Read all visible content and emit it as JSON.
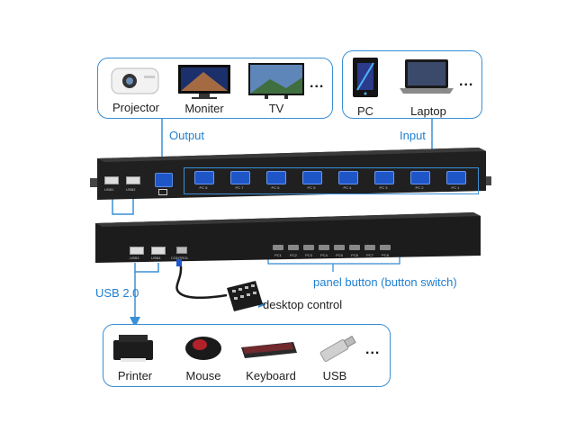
{
  "output_devices": {
    "items": [
      {
        "label": "Projector"
      },
      {
        "label": "Moniter"
      },
      {
        "label": "TV"
      }
    ],
    "more": "...",
    "caption": "Output"
  },
  "input_devices": {
    "items": [
      {
        "label": "PC"
      },
      {
        "label": "Laptop"
      }
    ],
    "more": "...",
    "caption": "Input"
  },
  "kvm_front": {
    "usb_ports": [
      "USB1",
      "USB2"
    ],
    "vga_labels": [
      "PC 8",
      "PC 7",
      "PC 6",
      "PC 5",
      "PC 4",
      "PC 3",
      "PC 2",
      "PC 1"
    ]
  },
  "kvm_back": {
    "usb_ports": [
      "USB3",
      "USB4"
    ],
    "control_label": "CONTROL",
    "buttons": [
      "PC1",
      "PC2",
      "PC3",
      "PC4",
      "PC5",
      "PC6",
      "PC7",
      "PC8"
    ]
  },
  "annotations": {
    "panel_button": "panel button (button switch)",
    "desktop_control": "desktop control",
    "usb": "USB 2.0"
  },
  "usb_devices": {
    "items": [
      {
        "label": "Printer"
      },
      {
        "label": "Mouse"
      },
      {
        "label": "Keyboard"
      },
      {
        "label": "USB"
      }
    ],
    "more": "..."
  },
  "colors": {
    "accent": "#3a8fd6",
    "device_body": "#1e1e1e",
    "vga_port": "#1e56c8"
  }
}
